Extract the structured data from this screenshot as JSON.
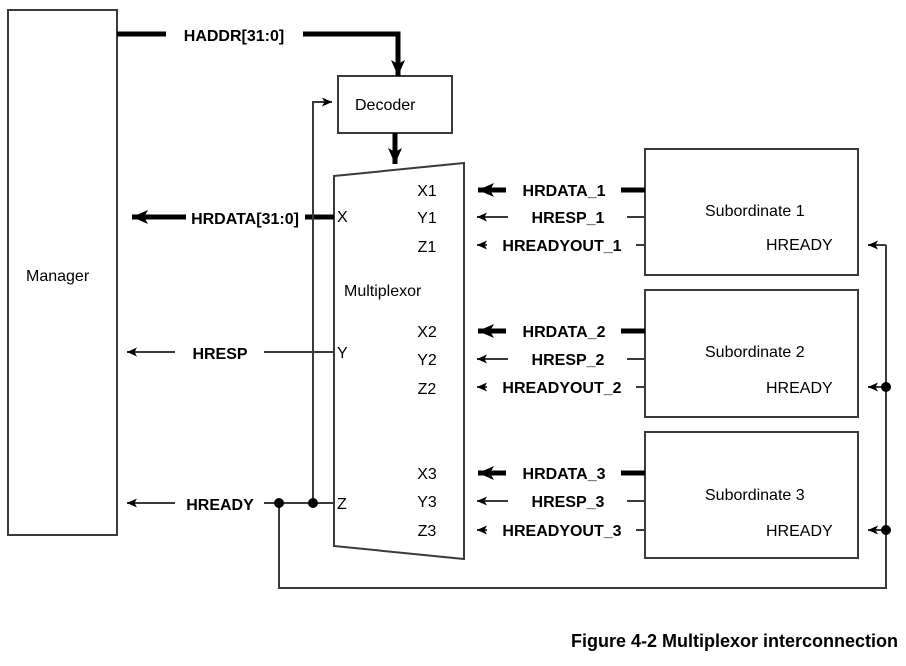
{
  "figure": {
    "caption": "Figure 4-2 Multiplexor interconnection",
    "colors": {
      "line": "#3a3a3a",
      "bus": "#000000",
      "text": "#000000",
      "background": "#ffffff"
    }
  },
  "blocks": {
    "manager": {
      "label": "Manager"
    },
    "decoder": {
      "label": "Decoder"
    },
    "multiplexor": {
      "label": "Multiplexor",
      "left_ports": [
        {
          "name": "X"
        },
        {
          "name": "Y"
        },
        {
          "name": "Z"
        }
      ],
      "right_ports": [
        {
          "name": "X1"
        },
        {
          "name": "Y1"
        },
        {
          "name": "Z1"
        },
        {
          "name": "X2"
        },
        {
          "name": "Y2"
        },
        {
          "name": "Z2"
        },
        {
          "name": "X3"
        },
        {
          "name": "Y3"
        },
        {
          "name": "Z3"
        }
      ]
    },
    "subordinates": [
      {
        "label": "Subordinate 1",
        "port_label": "HREADY"
      },
      {
        "label": "Subordinate 2",
        "port_label": "HREADY"
      },
      {
        "label": "Subordinate 3",
        "port_label": "HREADY"
      }
    ]
  },
  "signals": {
    "manager_side": [
      {
        "name": "HADDR[31:0]",
        "width": "bus"
      },
      {
        "name": "HRDATA[31:0]",
        "width": "bus"
      },
      {
        "name": "HRESP",
        "width": "single"
      },
      {
        "name": "HREADY",
        "width": "single"
      }
    ],
    "subordinate_1": [
      {
        "name": "HRDATA_1",
        "width": "bus"
      },
      {
        "name": "HRESP_1",
        "width": "single"
      },
      {
        "name": "HREADYOUT_1",
        "width": "single"
      }
    ],
    "subordinate_2": [
      {
        "name": "HRDATA_2",
        "width": "bus"
      },
      {
        "name": "HRESP_2",
        "width": "single"
      },
      {
        "name": "HREADYOUT_2",
        "width": "single"
      }
    ],
    "subordinate_3": [
      {
        "name": "HRDATA_3",
        "width": "bus"
      },
      {
        "name": "HRESP_3",
        "width": "single"
      },
      {
        "name": "HREADYOUT_3",
        "width": "single"
      }
    ]
  }
}
